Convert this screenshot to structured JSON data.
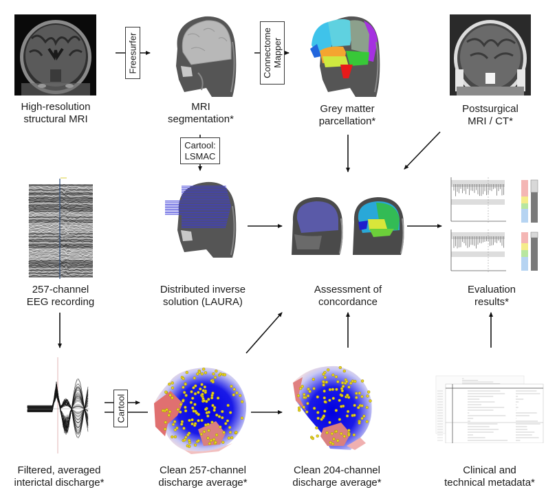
{
  "nodes": {
    "structural_mri": {
      "line1": "High-resolution",
      "line2": "structural MRI"
    },
    "mri_segmentation": {
      "line1": "MRI",
      "line2": "segmentation*"
    },
    "grey_matter": {
      "line1": "Grey matter",
      "line2": "parcellation*"
    },
    "postsurgical": {
      "line1": "Postsurgical",
      "line2": "MRI / CT*"
    },
    "eeg_recording": {
      "line1": "257-channel",
      "line2": "EEG recording"
    },
    "inverse_solution": {
      "line1": "Distributed inverse",
      "line2": "solution (LAURA)"
    },
    "concordance": {
      "line1": "Assessment of",
      "line2": "concordance"
    },
    "evaluation": {
      "line1": "Evaluation",
      "line2": "results*"
    },
    "interictal": {
      "line1": "Filtered, averaged",
      "line2": "interictal discharge*"
    },
    "clean257": {
      "line1": "Clean 257-channel",
      "line2": "discharge average*"
    },
    "clean204": {
      "line1": "Clean 204-channel",
      "line2": "discharge average*"
    },
    "metadata": {
      "line1": "Clinical and",
      "line2": "technical metadata*"
    }
  },
  "tools": {
    "freesurfer": {
      "line1": "Freesurfer"
    },
    "connectome": {
      "line1": "Connectome",
      "line2": "Mapper"
    },
    "cartool_lsmac": {
      "line1": "Cartool:",
      "line2": "LSMAC"
    },
    "cartool": {
      "line1": "Cartool"
    }
  },
  "colors": {
    "arrow": "#111111",
    "source_blue": "#3b3bd9",
    "topo_blue": "#0000e0",
    "topo_red": "#e07070",
    "electrode": "#e6d21e",
    "bar_red": "#f4b6b4",
    "bar_yellow": "#f5ec8a",
    "bar_green": "#b8e6a0",
    "bar_blue": "#b6d4f2",
    "bar_grey": "#7a7a7a"
  }
}
